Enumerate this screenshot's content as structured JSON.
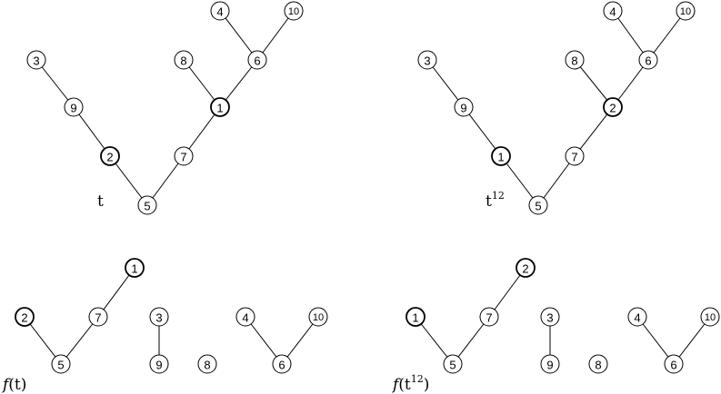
{
  "colors": {
    "highlight": "#e01010",
    "stroke": "#000000"
  },
  "diagrams": [
    {
      "id": "t",
      "caption": "t",
      "highlighted": [
        "2",
        "1"
      ],
      "nodes": [
        "3",
        "9",
        "2",
        "5",
        "7",
        "1",
        "8",
        "6",
        "4",
        "10"
      ],
      "edges": [
        [
          "3",
          "9"
        ],
        [
          "9",
          "2"
        ],
        [
          "2",
          "5"
        ],
        [
          "5",
          "7"
        ],
        [
          "7",
          "1"
        ],
        [
          "1",
          "8"
        ],
        [
          "1",
          "6"
        ],
        [
          "6",
          "4"
        ],
        [
          "6",
          "10"
        ]
      ]
    },
    {
      "id": "t12",
      "caption": "t",
      "caption_sup": "12",
      "highlighted": [
        "1",
        "2"
      ],
      "nodes": [
        "3",
        "9",
        "1",
        "5",
        "7",
        "2",
        "8",
        "6",
        "4",
        "10"
      ],
      "edges": [
        [
          "3",
          "9"
        ],
        [
          "9",
          "1"
        ],
        [
          "1",
          "5"
        ],
        [
          "5",
          "7"
        ],
        [
          "7",
          "2"
        ],
        [
          "2",
          "8"
        ],
        [
          "2",
          "6"
        ],
        [
          "6",
          "4"
        ],
        [
          "6",
          "10"
        ]
      ]
    },
    {
      "id": "ft",
      "caption_f": "f",
      "caption": "(t)",
      "highlighted": [
        "2",
        "1"
      ],
      "nodes": [
        "2",
        "5",
        "7",
        "1",
        "3",
        "9",
        "8",
        "4",
        "6",
        "10"
      ],
      "edges": [
        [
          "2",
          "5"
        ],
        [
          "5",
          "7"
        ],
        [
          "7",
          "1"
        ],
        [
          "3",
          "9"
        ],
        [
          "4",
          "6"
        ],
        [
          "6",
          "10"
        ]
      ]
    },
    {
      "id": "ft12",
      "caption_f": "f",
      "caption": "(t",
      "caption_sup": "12",
      "caption_close": ")",
      "highlighted": [
        "1",
        "2"
      ],
      "nodes": [
        "1",
        "5",
        "7",
        "2",
        "3",
        "9",
        "8",
        "4",
        "6",
        "10"
      ],
      "edges": [
        [
          "1",
          "5"
        ],
        [
          "5",
          "7"
        ],
        [
          "7",
          "2"
        ],
        [
          "3",
          "9"
        ],
        [
          "4",
          "6"
        ],
        [
          "6",
          "10"
        ]
      ]
    }
  ]
}
